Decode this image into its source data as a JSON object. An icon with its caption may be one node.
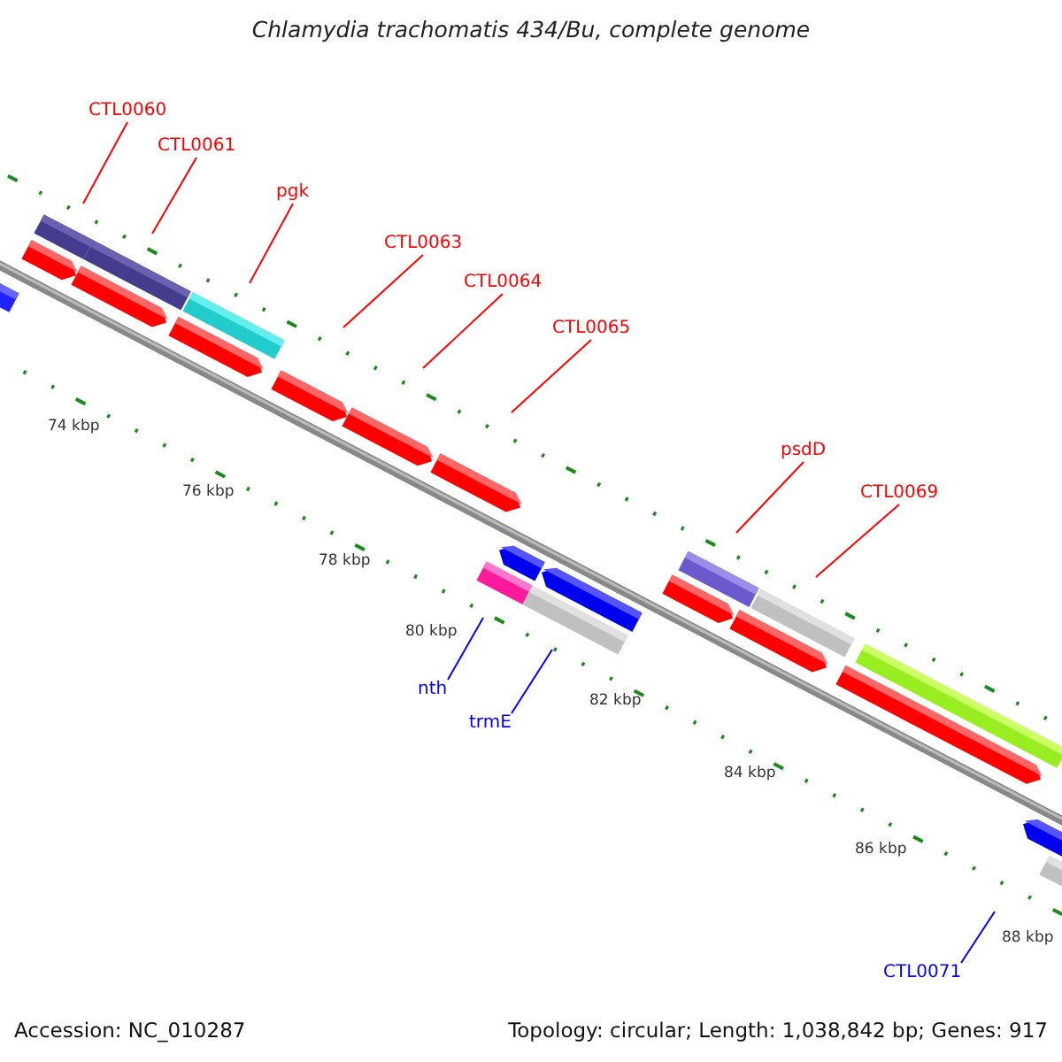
{
  "diagram": {
    "title": "Chlamydia trachomatis 434/Bu, complete genome",
    "nodes": [
      {
        "text": [
          "CTL0060"
        ]
      },
      {
        "text": [
          "CTL0061"
        ]
      },
      {
        "text": [
          "pgk"
        ]
      },
      {
        "text": [
          "CTL0063"
        ]
      },
      {
        "text": [
          "CTL0064"
        ]
      },
      {
        "text": [
          "CTL0065"
        ]
      },
      {
        "text": [
          "psdD"
        ]
      },
      {
        "text": [
          "CTL0069"
        ]
      },
      {
        "text": [
          "nth"
        ]
      },
      {
        "text": [
          "trmE"
        ]
      },
      {
        "text": [
          "CTL0071"
        ]
      }
    ],
    "edges": [
      {
        "from": 0,
        "to": null,
        "arrow": "none"
      },
      {
        "from": 1,
        "to": null,
        "arrow": "none"
      },
      {
        "from": 2,
        "to": null,
        "arrow": "none"
      },
      {
        "from": 3,
        "to": null,
        "arrow": "none"
      },
      {
        "from": 4,
        "to": null,
        "arrow": "none"
      },
      {
        "from": 5,
        "to": null,
        "arrow": "none"
      },
      {
        "from": 6,
        "to": null,
        "arrow": "none"
      },
      {
        "from": 7,
        "to": null,
        "arrow": "none"
      },
      {
        "from": 8,
        "to": null,
        "arrow": "none",
        "color": "#0000ff"
      },
      {
        "from": 9,
        "to": null,
        "arrow": "none",
        "color": "#0000ff"
      },
      {
        "from": 10,
        "to": null,
        "arrow": "none",
        "color": "#0000ff"
      }
    ],
    "labels": [
      "74 kbp",
      "76 kbp",
      "78 kbp",
      "80 kbp",
      "82 kbp",
      "84 kbp",
      "86 kbp",
      "88 kbp",
      "Accession: NC_010287",
      "Topology: circular; Length: 1,038,842 bp; Genes: 917"
    ]
  }
}
